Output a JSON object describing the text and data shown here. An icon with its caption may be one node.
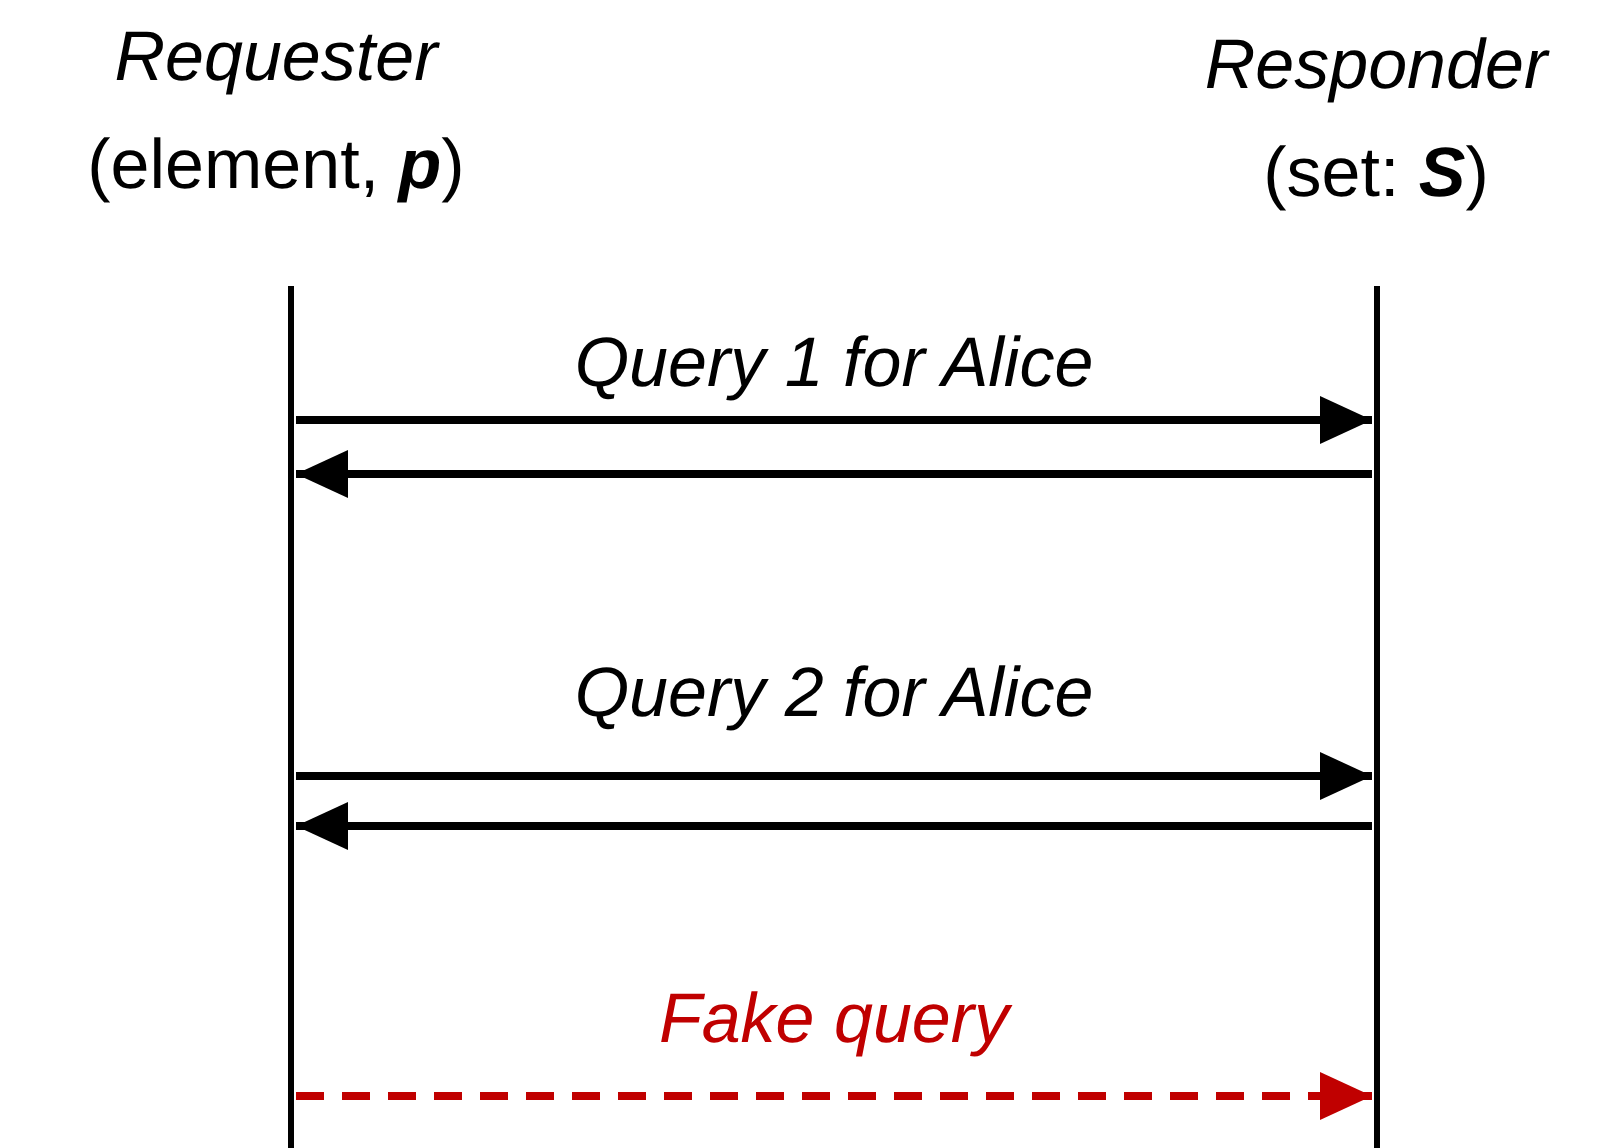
{
  "diagram": {
    "nodes": [
      {
        "text": [
          "Requester",
          "(element, **p**)"
        ]
      },
      {
        "text": [
          "Responder",
          "(set: **S**)"
        ]
      },
      {
        "text": [],
        "shape": "bar"
      },
      {
        "text": [],
        "shape": "bar"
      }
    ],
    "edges": [
      {
        "from": 2,
        "to": 3,
        "arrow": "to",
        "label": "Query 1 for Alice"
      },
      {
        "from": 3,
        "to": 2,
        "arrow": "to"
      },
      {
        "from": 2,
        "to": 3,
        "arrow": "to",
        "label": "Query 2 for Alice"
      },
      {
        "from": 3,
        "to": 2,
        "arrow": "to"
      },
      {
        "from": 2,
        "to": 3,
        "arrow": "to",
        "label": "Fake query",
        "style": "dashed",
        "color": "#c00000"
      }
    ]
  }
}
